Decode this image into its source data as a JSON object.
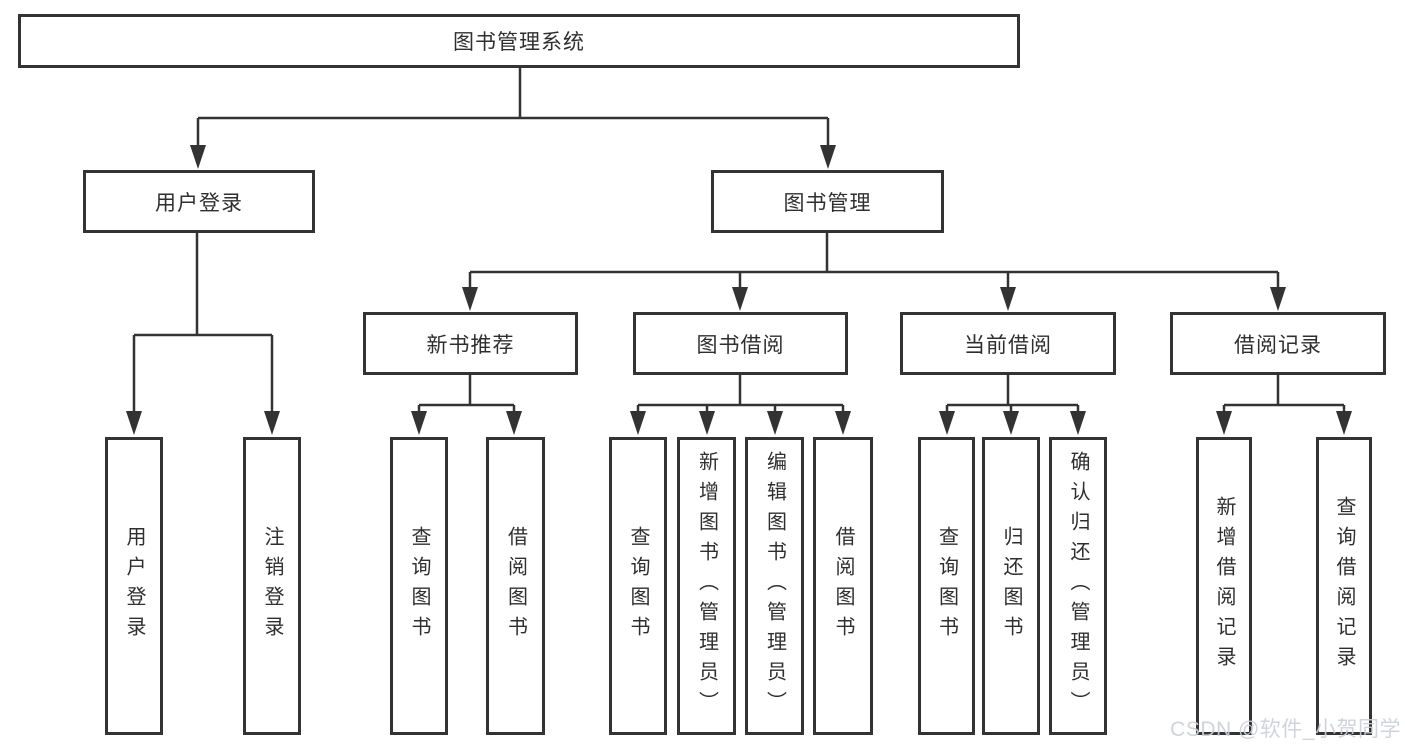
{
  "tree": {
    "root": {
      "label": "图书管理系统"
    },
    "branches": [
      {
        "label": "用户登录",
        "children": [
          {
            "label": "用户登录"
          },
          {
            "label": "注销登录"
          }
        ]
      },
      {
        "label": "图书管理",
        "children": [
          {
            "label": "新书推荐",
            "children": [
              {
                "label": "查询图书"
              },
              {
                "label": "借阅图书"
              }
            ]
          },
          {
            "label": "图书借阅",
            "children": [
              {
                "label": "查询图书"
              },
              {
                "label": "新增图书（管理员）"
              },
              {
                "label": "编辑图书（管理员）"
              },
              {
                "label": "借阅图书"
              }
            ]
          },
          {
            "label": "当前借阅",
            "children": [
              {
                "label": "查询图书"
              },
              {
                "label": "归还图书"
              },
              {
                "label": "确认归还（管理员）"
              }
            ]
          },
          {
            "label": "借阅记录",
            "children": [
              {
                "label": "新增借阅记录"
              },
              {
                "label": "查询借阅记录"
              }
            ]
          }
        ]
      }
    ]
  },
  "watermark": "CSDN @软件_小贺同学",
  "colors": {
    "line": "#333333",
    "text": "#2f2f2f",
    "box_background": "#ffffff",
    "watermark": "#cdd0d8"
  }
}
